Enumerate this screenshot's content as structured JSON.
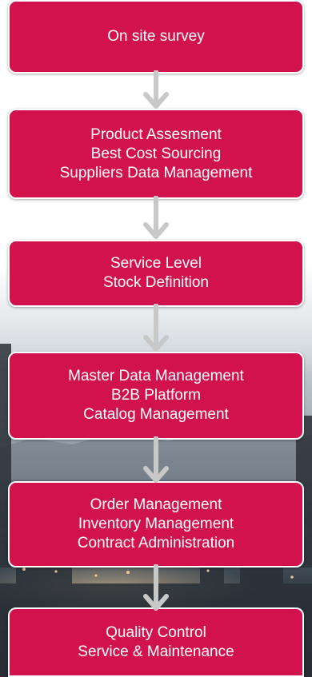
{
  "steps": [
    {
      "lines": [
        "On site survey"
      ]
    },
    {
      "lines": [
        "Product Assesment",
        "Best Cost Sourcing",
        "Suppliers Data Management"
      ]
    },
    {
      "lines": [
        "Service Level",
        "Stock Definition"
      ]
    },
    {
      "lines": [
        "Master Data Management",
        "B2B Platform",
        "Catalog Management"
      ]
    },
    {
      "lines": [
        "Order Management",
        "Inventory Management",
        "Contract Administration"
      ]
    },
    {
      "lines": [
        "Quality Control",
        "Service & Maintenance"
      ]
    }
  ],
  "colors": {
    "step_fill": "#d1124d",
    "step_border": "#ffffff",
    "arrow": "#c8c8c8"
  },
  "icons": {
    "connector": "down-arrow-icon"
  }
}
